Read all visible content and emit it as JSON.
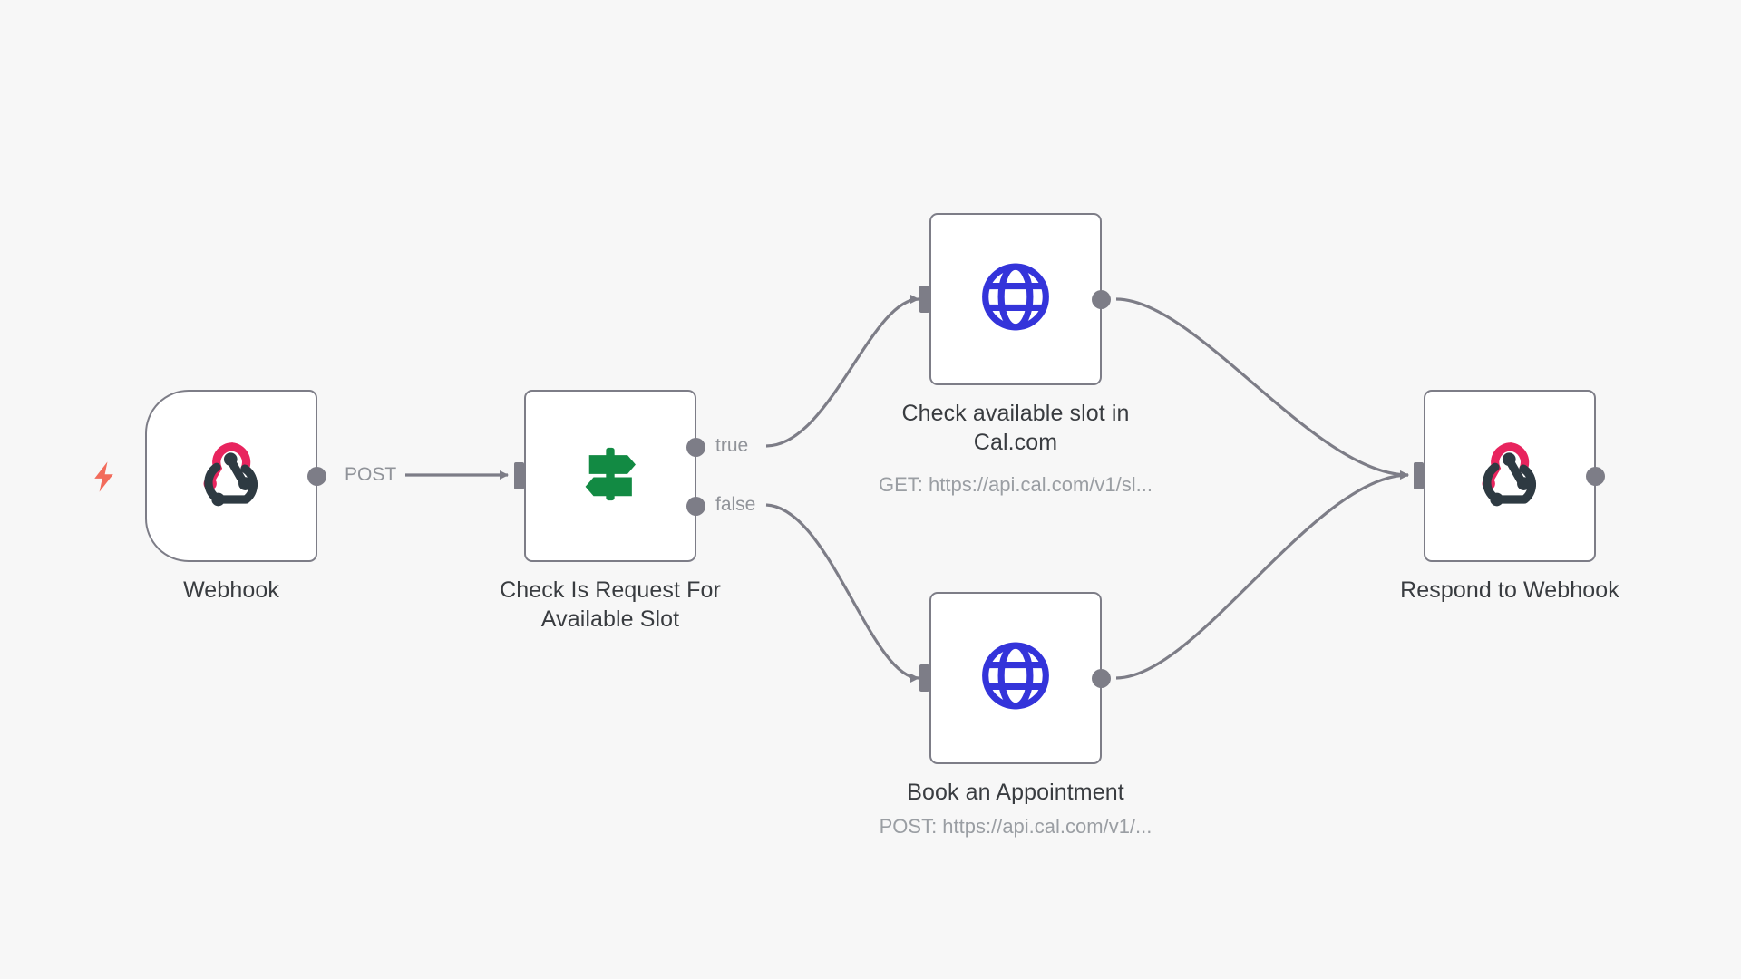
{
  "canvas": {
    "background_color": "#F7F7F7",
    "title": "n8n workflow canvas"
  },
  "theme": {
    "node_border": "#7D7D87",
    "node_fill": "#FFFFFF",
    "port": "#7D7D87",
    "edge": "#7D7D87",
    "caption": "#393C40",
    "subcaption": "#9A9EA3",
    "edge_label": "#909399",
    "webhook_pink": "#E8245E",
    "webhook_dark": "#2E3A42",
    "globe_blue": "#3434DA",
    "signpost_green": "#128A43",
    "trigger_bolt": "#F26B5B"
  },
  "nodes": [
    {
      "id": "webhook",
      "name": "Webhook",
      "icon": "webhook-icon",
      "shape": "trigger",
      "subtitle": null
    },
    {
      "id": "if",
      "name": "Check Is Request For\nAvailable Slot",
      "icon": "signpost-icon",
      "shape": "standard",
      "subtitle": null
    },
    {
      "id": "http-check",
      "name": "Check available slot in\nCal.com",
      "icon": "globe-icon",
      "shape": "standard",
      "subtitle": "GET: https://api.cal.com/v1/sl..."
    },
    {
      "id": "http-book",
      "name": "Book an Appointment",
      "icon": "globe-icon",
      "shape": "standard",
      "subtitle": "POST: https://api.cal.com/v1/..."
    },
    {
      "id": "respond",
      "name": "Respond to Webhook",
      "icon": "webhook-icon",
      "shape": "standard",
      "subtitle": null
    }
  ],
  "edges": [
    {
      "id": "e1",
      "from": "webhook",
      "to": "if",
      "label": "POST"
    },
    {
      "id": "e2",
      "from": "if",
      "to": "http-check",
      "label": "true"
    },
    {
      "id": "e3",
      "from": "if",
      "to": "http-book",
      "label": "false"
    },
    {
      "id": "e4",
      "from": "http-check",
      "to": "respond",
      "label": ""
    },
    {
      "id": "e5",
      "from": "http-book",
      "to": "respond",
      "label": ""
    }
  ],
  "trigger_indicator": {
    "icon": "lightning-bolt-icon",
    "attached_to": "webhook"
  }
}
